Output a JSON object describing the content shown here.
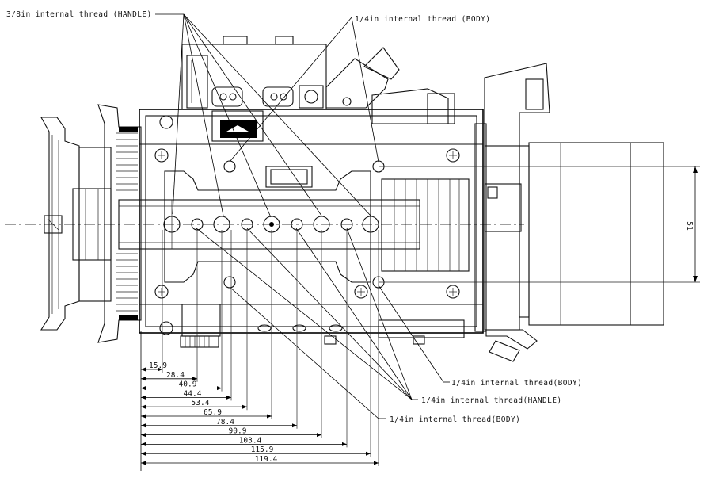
{
  "callouts": {
    "handle_38": "3/8in internal thread (HANDLE)",
    "body_14_top": "1/4in internal thread (BODY)",
    "body_14_right1": "1/4in internal thread(BODY)",
    "handle_14_right": "1/4in internal thread(HANDLE)",
    "body_14_right2": "1/4in internal thread(BODY)"
  },
  "vertical_dimension": "51",
  "dimensions": [
    "15.9",
    "28.4",
    "40.9",
    "44.4",
    "53.4",
    "65.9",
    "78.4",
    "90.9",
    "103.4",
    "115.9",
    "119.4"
  ],
  "icons": {
    "screw": "phillips-screw-icon",
    "lens_mount": "lens-mount-icon"
  }
}
